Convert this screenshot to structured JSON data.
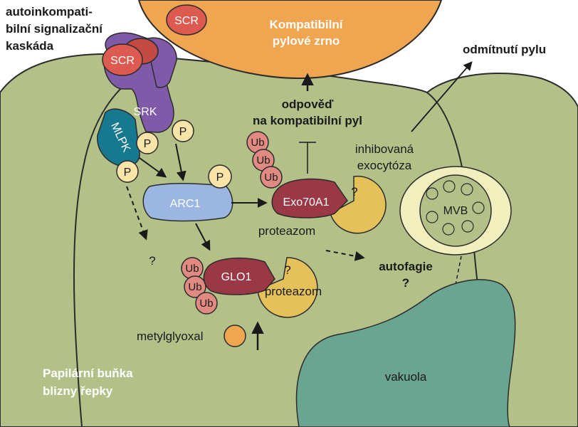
{
  "title_cascade": [
    "autoinkompati-",
    "bilní signalizační",
    "kaskáda"
  ],
  "pollen": {
    "label": [
      "Kompatibilní",
      "pylové zrno"
    ],
    "scr": "SCR"
  },
  "receptor": {
    "scr": "SCR",
    "srk": "SRK",
    "mlpk": "MLPK"
  },
  "phospho": "P",
  "arc1": "ARC1",
  "exo70a1": "Exo70A1",
  "glo1": "GLO1",
  "ub": "Ub",
  "proteasome_q": "?",
  "proteasome_label_1": "proteazom",
  "proteasome_label_2": "proteazom",
  "response": [
    "odpověď",
    "na kompatibilní pyl"
  ],
  "rejection": "odmítnutí pylu",
  "inhibited": [
    "inhibovaná",
    "exocytóza"
  ],
  "mvb": "MVB",
  "autophagy": [
    "autofagie",
    "?"
  ],
  "unknown": "?",
  "methylglyoxal": "metylglyoxal",
  "vacuole": "vakuola",
  "cell_label": [
    "Papilární buňka",
    "blizny řepky"
  ],
  "colors": {
    "cell": "#b3c189",
    "pollen": "#f0a551",
    "srk": "#7e5aa8",
    "scr": "#dd5a50",
    "mlpk": "#16798f",
    "phospho": "#fbe4a8",
    "arc1": "#9bb6e0",
    "protein_dark": "#9b3845",
    "ub": "#e08a82",
    "proteasome": "#e4c159",
    "mvb_halo": "#f1efbd",
    "vacuole": "#6aa591"
  }
}
